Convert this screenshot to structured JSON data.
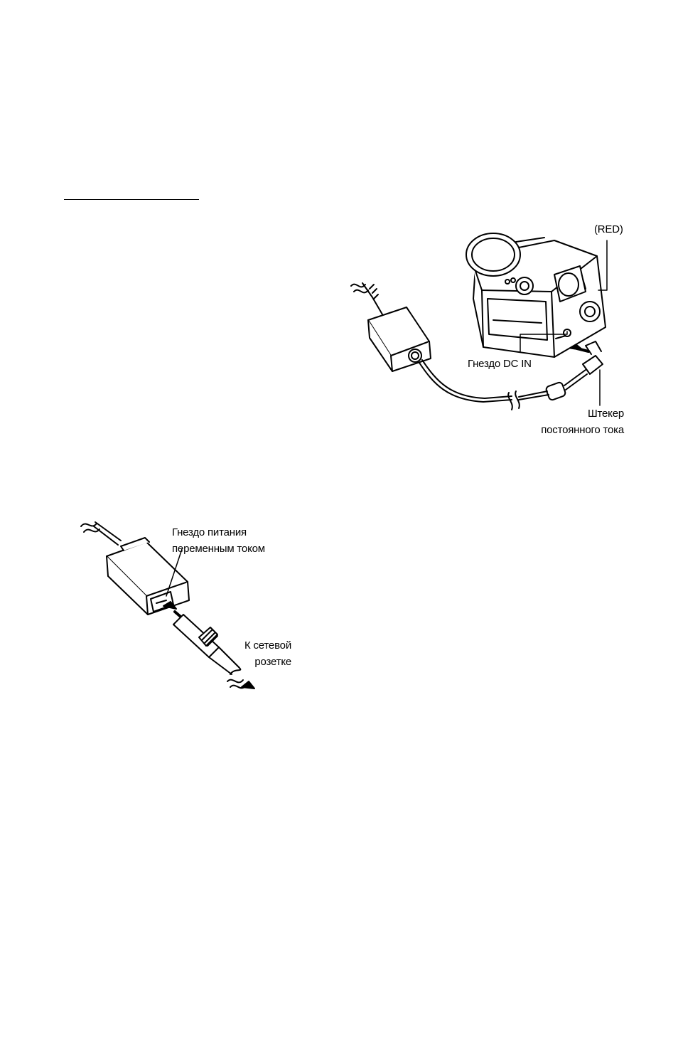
{
  "camcorder_figure": {
    "labels": {
      "red_marker": "(RED)",
      "dc_in_jack": "Гнездо DC IN",
      "dc_plug_line1": "Штекер",
      "dc_plug_line2": "постоянного тока"
    }
  },
  "adapter_figure": {
    "labels": {
      "ac_inlet_line1": "Гнездо питания",
      "ac_inlet_line2": "переменным током",
      "outlet_line1": "К сетевой",
      "outlet_line2": "розетке"
    }
  }
}
